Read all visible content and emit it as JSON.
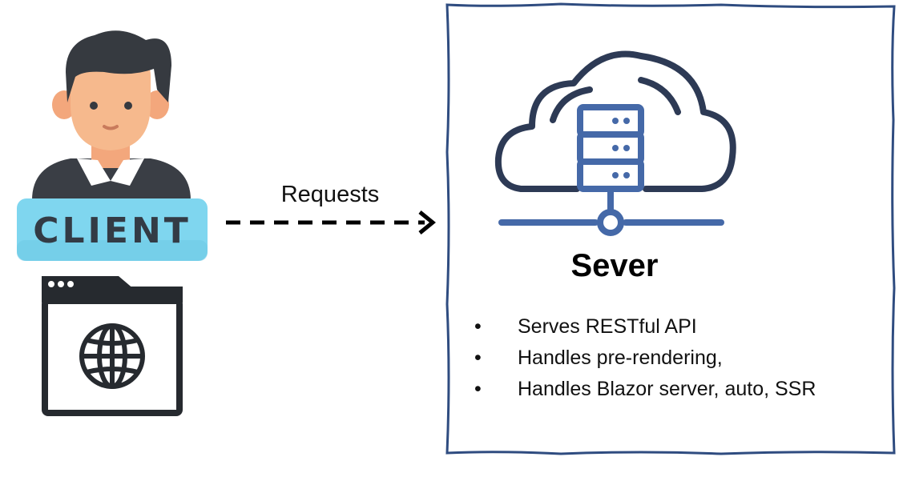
{
  "client": {
    "label": "CLIENT",
    "icons": [
      "person-icon",
      "browser-globe-icon"
    ]
  },
  "arrow": {
    "label": "Requests",
    "style": "dashed"
  },
  "server": {
    "title": "Sever",
    "icon": "cloud-server-icon",
    "bullets": [
      "Serves RESTful API",
      "Handles pre-rendering,",
      "Handles Blazor server, auto, SSR"
    ],
    "bullet_glyph": "•"
  },
  "colors": {
    "client_label_bg": "#7fd6ef",
    "client_label_text": "#333b45",
    "hair": "#363a40",
    "skin": "#f6b98d",
    "shirt": "#3a3e45",
    "collar": "#ffffff",
    "browser": "#262a2f",
    "cloud_outline": "#2d3a55",
    "server_blue": "#4569a8",
    "box_border": "#2f4c80"
  }
}
